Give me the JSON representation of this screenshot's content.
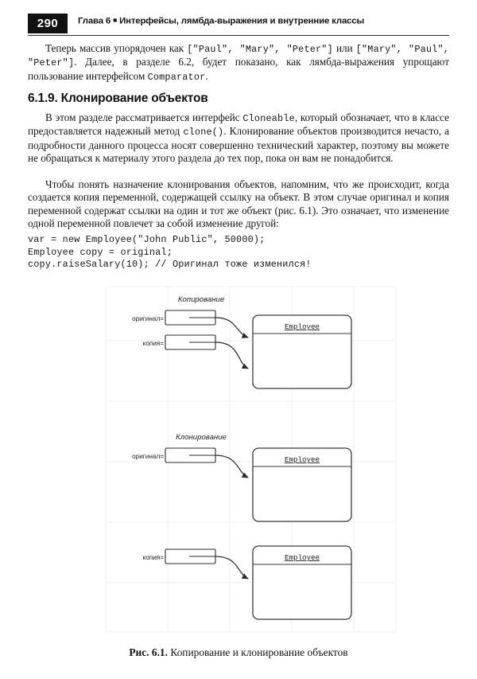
{
  "header": {
    "page_number": "290",
    "chapter_prefix": "Глава 6",
    "bullet": "■",
    "chapter_title": "Интерфейсы, лямбда-выражения и внутренние классы"
  },
  "body": {
    "paragraph_1": {
      "part_a": "Теперь массив упорядочен как ",
      "code_a": "[\"Paul\", \"Mary\", \"Peter\"]",
      "part_b": " или ",
      "code_b": "[\"Mary\", \"Paul\", \"Peter\"]",
      "part_c": ". Далее, в разделе 6.2, будет показано, как лямбда-выражения упрощают пользование интерфейсом ",
      "code_c": "Comparator",
      "part_d": "."
    },
    "section_heading": "6.1.9. Клонирование объектов",
    "paragraph_2": {
      "part_a": "В этом разделе рассматривается интерфейс ",
      "code_a": "Cloneable",
      "part_b": ", который обозначает, что в классе предоставляется надежный метод ",
      "code_b": "clone()",
      "part_c": ". Клонирование объектов производится нечасто, а подробности данного процесса носят совершенно технический характер, поэтому вы можете не обращаться к материалу этого раздела до тех пор, пока он вам не понадобится."
    },
    "paragraph_3": "Чтобы понять назначение клонирования объектов, напомним, что же происходит, когда создается копия переменной, содержащей ссылку на объект. В этом случае оригинал и копия переменной содержат ссылки на один и тот же объект (рис. 6.1). Это означает, что изменение одной переменной повлечет за собой изменение другой:",
    "code_block": "var = new Employee(\"John Public\", 50000);\nEmployee copy = original;\ncopy.raiseSalary(10); // Оригинал тоже изменился!"
  },
  "figure": {
    "panel_copy": {
      "title": "Копирование",
      "var_label_1": "оригинал=",
      "var_label_2": "копия=",
      "object_label": "Employee"
    },
    "panel_clone": {
      "title": "Клонирование",
      "var_label_1": "оригинал=",
      "object_label_1": "Employee",
      "var_label_2": "копия=",
      "object_label_2": "Employee"
    },
    "caption_label": "Рис. 6.1.",
    "caption_text": " Копирование и клонирование объектов"
  },
  "colors": {
    "page_number_box": "#111111",
    "ink": "#1a1a1a",
    "grid_line": "#eceef1",
    "diagram_stroke": "#2b2b2b"
  }
}
